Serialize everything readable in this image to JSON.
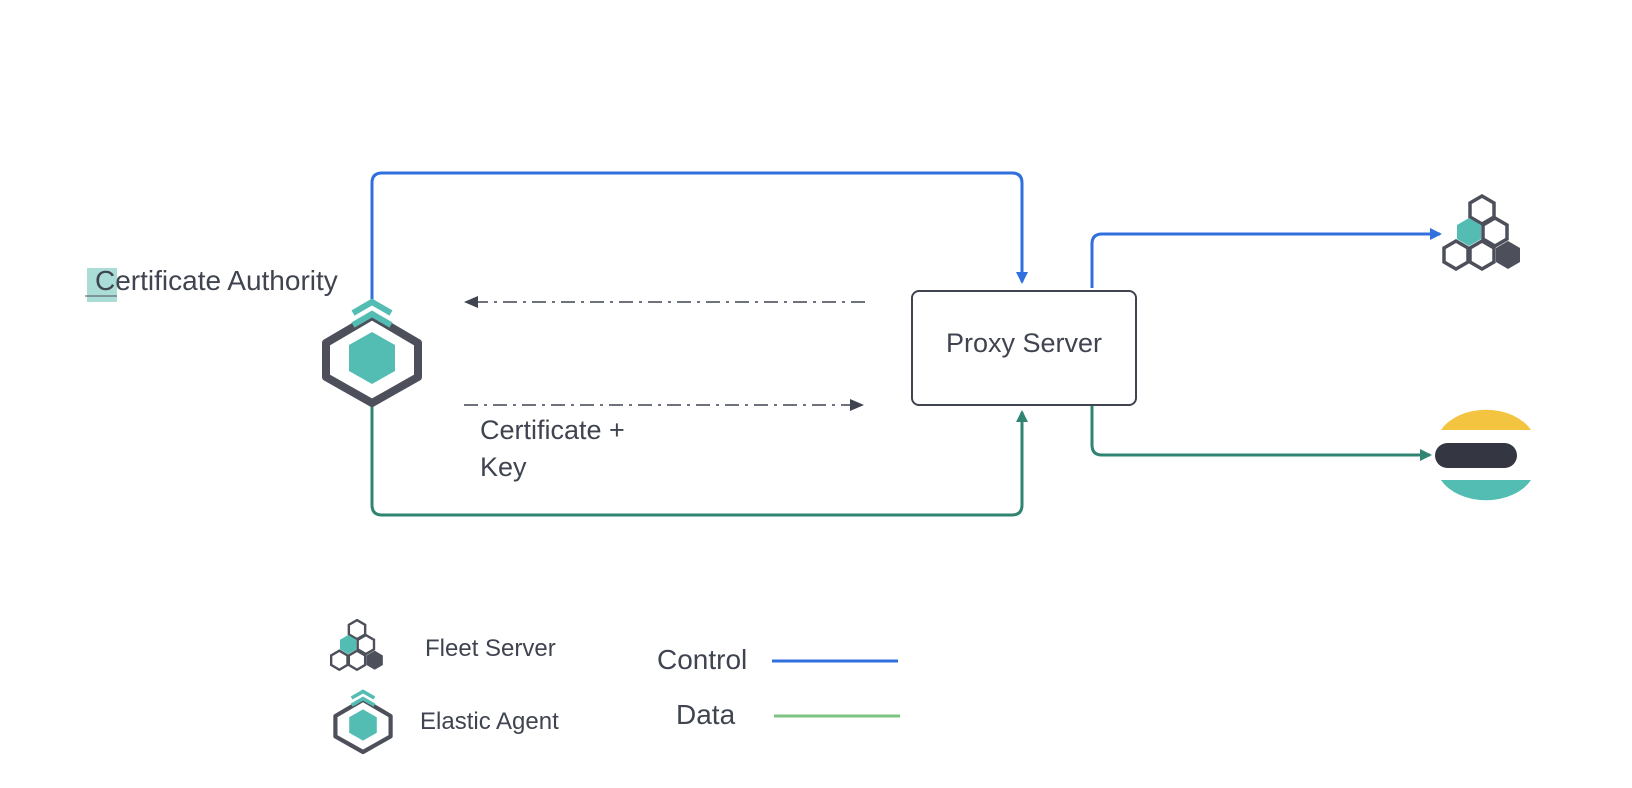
{
  "diagram": {
    "nodes": {
      "certificate_authority": {
        "label": "Certificate Authority"
      },
      "proxy_server": {
        "label": "Proxy Server"
      },
      "cert_key_label": {
        "line1": "Certificate +",
        "line2": "Key"
      }
    },
    "legend": {
      "fleet_server": {
        "label": "Fleet Server",
        "icon": "fleet-server-icon"
      },
      "elastic_agent": {
        "label": "Elastic Agent",
        "icon": "elastic-agent-icon"
      },
      "control": {
        "label": "Control",
        "color": "#2f6fde"
      },
      "data": {
        "label": "Data",
        "color": "#7cc47f"
      }
    },
    "colors": {
      "control_line": "#2f6fde",
      "data_line": "#2f8472",
      "teal": "#53bdb3",
      "dark_gray": "#4d505b",
      "elastic_yellow": "#f3c43f",
      "elastic_dark": "#343741"
    }
  }
}
